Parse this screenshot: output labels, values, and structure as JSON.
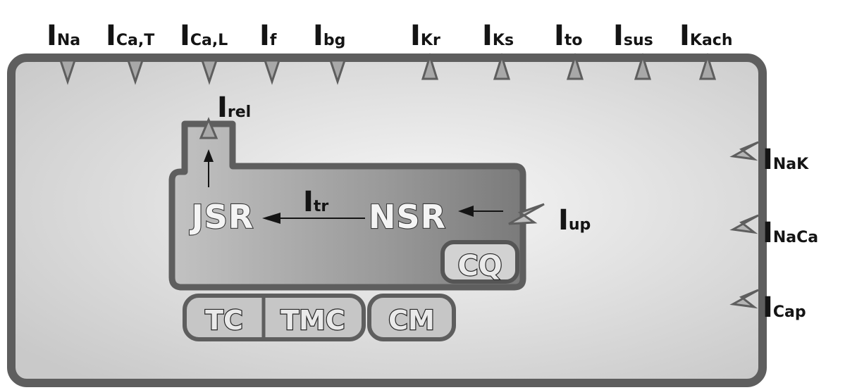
{
  "colors": {
    "membrane": "#5e5e5e",
    "cell_fill": "#d4d4d4",
    "sr_fill": "#9d9d9d",
    "text": "#141414"
  },
  "top_currents": [
    {
      "main": "I",
      "sub": "Na"
    },
    {
      "main": "I",
      "sub": "Ca,T"
    },
    {
      "main": "I",
      "sub": "Ca,L"
    },
    {
      "main": "I",
      "sub": "f"
    },
    {
      "main": "I",
      "sub": "bg"
    },
    {
      "main": "I",
      "sub": "Kr"
    },
    {
      "main": "I",
      "sub": "Ks"
    },
    {
      "main": "I",
      "sub": "to"
    },
    {
      "main": "I",
      "sub": "sus"
    },
    {
      "main": "I",
      "sub": "Kach"
    }
  ],
  "right_currents": [
    {
      "main": "I",
      "sub": "NaK"
    },
    {
      "main": "I",
      "sub": "NaCa"
    },
    {
      "main": "I",
      "sub": "Cap"
    }
  ],
  "sr": {
    "release": {
      "main": "I",
      "sub": "rel"
    },
    "transfer": {
      "main": "I",
      "sub": "tr"
    },
    "uptake": {
      "main": "I",
      "sub": "up"
    },
    "jsr": "JSR",
    "nsr": "NSR",
    "cq": "CQ"
  },
  "buffers": [
    "TC",
    "TMC",
    "CM"
  ]
}
